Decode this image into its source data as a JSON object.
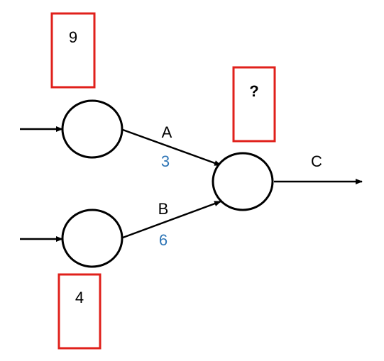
{
  "diagram": {
    "input_boxes": {
      "top": {
        "value": "9"
      },
      "bottom": {
        "value": "4"
      },
      "output": {
        "value": "?"
      }
    },
    "edges": {
      "a": {
        "label": "A",
        "weight": "3"
      },
      "b": {
        "label": "B",
        "weight": "6"
      },
      "c": {
        "label": "C"
      }
    },
    "colors": {
      "box_border": "#e0201b",
      "weight_text": "#2e75b6",
      "stroke": "#000000"
    }
  }
}
